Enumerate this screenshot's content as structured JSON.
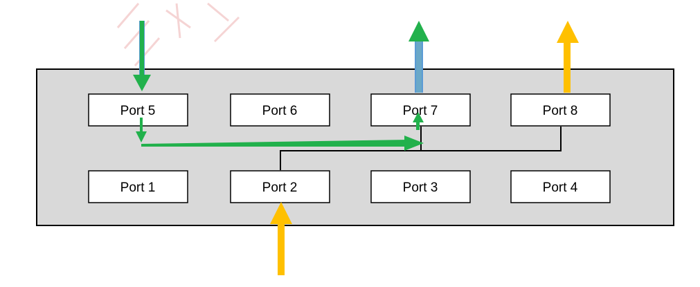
{
  "diagram": {
    "ports": [
      {
        "id": "port-5",
        "label": "Port 5"
      },
      {
        "id": "port-6",
        "label": "Port 6"
      },
      {
        "id": "port-7",
        "label": "Port 7"
      },
      {
        "id": "port-8",
        "label": "Port 8"
      },
      {
        "id": "port-1",
        "label": "Port 1"
      },
      {
        "id": "port-2",
        "label": "Port 2"
      },
      {
        "id": "port-3",
        "label": "Port 3"
      },
      {
        "id": "port-4",
        "label": "Port 4"
      }
    ],
    "colors": {
      "panel_fill": "#d9d9d9",
      "port_fill": "#ffffff",
      "outline": "#000000",
      "green_flow": "#22b14c",
      "green_outline": "#5b9bd5",
      "yellow_flow": "#ffc000",
      "watermark": "#e8a0a0"
    },
    "flows": [
      {
        "name": "green",
        "path": [
          "Port 5",
          "Port 7"
        ]
      },
      {
        "name": "yellow",
        "path": [
          "Port 2",
          "Port 8"
        ]
      }
    ]
  }
}
